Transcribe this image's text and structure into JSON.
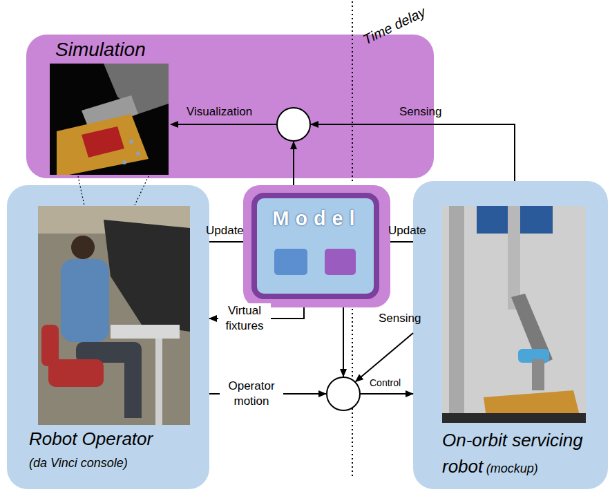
{
  "diagram": {
    "nodes": [
      {
        "text": [
          "Simulation"
        ]
      },
      {
        "text": [],
        "in": 0
      },
      {
        "text": [
          "Robot Operator",
          "(da Vinci console)"
        ]
      },
      {
        "text": [
          "Model"
        ]
      },
      {
        "text": [
          "On-orbit servicing robot",
          "(mockup)"
        ]
      },
      {
        "text": []
      }
    ],
    "edges": [
      {
        "from": 3,
        "to": 1,
        "arrow": "to"
      },
      {
        "from": 4,
        "to": 1,
        "label": "Sensing",
        "arrow": "to"
      },
      {
        "from": 1,
        "to": 0,
        "label": "Visualization",
        "arrow": "to"
      },
      {
        "from": 2,
        "to": 3,
        "label": "Update",
        "arrow": "none"
      },
      {
        "from": 4,
        "to": 3,
        "label": "Update",
        "arrow": "none"
      },
      {
        "from": 3,
        "to": 2,
        "label": "Virtual fixtures",
        "arrow": "to"
      },
      {
        "from": 3,
        "to": 5,
        "arrow": "to"
      },
      {
        "from": 4,
        "to": 5,
        "label": "Sensing",
        "arrow": "to"
      },
      {
        "from": 2,
        "to": 5,
        "label": "Operator motion",
        "arrow": "to"
      },
      {
        "from": 5,
        "to": 4,
        "label": "Control",
        "arrow": "to"
      }
    ],
    "labels": [
      "Time delay"
    ]
  }
}
